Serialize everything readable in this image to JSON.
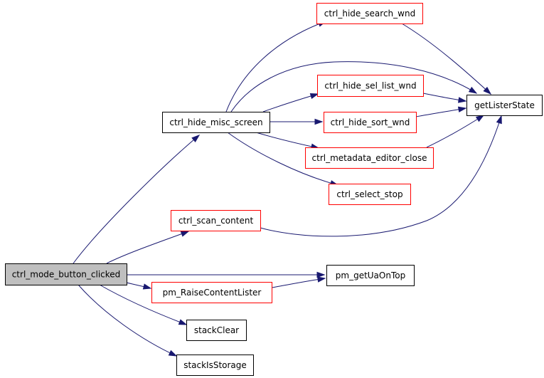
{
  "graph": {
    "colors": {
      "edge": "#191970",
      "root_fill": "#bfbfbf",
      "root_border": "#000000",
      "default_border": "#000000",
      "truncated_border": "#ff0000",
      "node_fill": "#ffffff"
    },
    "nodes": {
      "ctrl_mode_button_clicked": {
        "label": "ctrl_mode_button_clicked",
        "style": "root"
      },
      "ctrl_hide_misc_screen": {
        "label": "ctrl_hide_misc_screen",
        "style": "default"
      },
      "ctrl_scan_content": {
        "label": "ctrl_scan_content",
        "style": "truncated"
      },
      "pm_RaiseContentLister": {
        "label": "pm_RaiseContentLister",
        "style": "truncated"
      },
      "stackClear": {
        "label": "stackClear",
        "style": "default"
      },
      "stackIsStorage": {
        "label": "stackIsStorage",
        "style": "default"
      },
      "ctrl_hide_search_wnd": {
        "label": "ctrl_hide_search_wnd",
        "style": "truncated"
      },
      "ctrl_hide_sel_list_wnd": {
        "label": "ctrl_hide_sel_list_wnd",
        "style": "truncated"
      },
      "ctrl_hide_sort_wnd": {
        "label": "ctrl_hide_sort_wnd",
        "style": "truncated"
      },
      "ctrl_metadata_editor_close": {
        "label": "ctrl_metadata_editor_close",
        "style": "truncated"
      },
      "ctrl_select_stop": {
        "label": "ctrl_select_stop",
        "style": "truncated"
      },
      "getListerState": {
        "label": "getListerState",
        "style": "default"
      },
      "pm_getUaOnTop": {
        "label": "pm_getUaOnTop",
        "style": "default"
      }
    },
    "edges": [
      {
        "from": "ctrl_mode_button_clicked",
        "to": "ctrl_hide_misc_screen"
      },
      {
        "from": "ctrl_mode_button_clicked",
        "to": "ctrl_scan_content"
      },
      {
        "from": "ctrl_mode_button_clicked",
        "to": "pm_getUaOnTop"
      },
      {
        "from": "ctrl_mode_button_clicked",
        "to": "pm_RaiseContentLister"
      },
      {
        "from": "ctrl_mode_button_clicked",
        "to": "stackClear"
      },
      {
        "from": "ctrl_mode_button_clicked",
        "to": "stackIsStorage"
      },
      {
        "from": "ctrl_hide_misc_screen",
        "to": "ctrl_hide_search_wnd"
      },
      {
        "from": "ctrl_hide_misc_screen",
        "to": "getListerState"
      },
      {
        "from": "ctrl_hide_misc_screen",
        "to": "ctrl_hide_sel_list_wnd"
      },
      {
        "from": "ctrl_hide_misc_screen",
        "to": "ctrl_hide_sort_wnd"
      },
      {
        "from": "ctrl_hide_misc_screen",
        "to": "ctrl_metadata_editor_close"
      },
      {
        "from": "ctrl_hide_misc_screen",
        "to": "ctrl_select_stop"
      },
      {
        "from": "ctrl_hide_search_wnd",
        "to": "getListerState"
      },
      {
        "from": "ctrl_hide_sel_list_wnd",
        "to": "getListerState"
      },
      {
        "from": "ctrl_hide_sort_wnd",
        "to": "getListerState"
      },
      {
        "from": "ctrl_metadata_editor_close",
        "to": "getListerState"
      },
      {
        "from": "ctrl_scan_content",
        "to": "getListerState"
      },
      {
        "from": "pm_RaiseContentLister",
        "to": "pm_getUaOnTop"
      }
    ]
  }
}
